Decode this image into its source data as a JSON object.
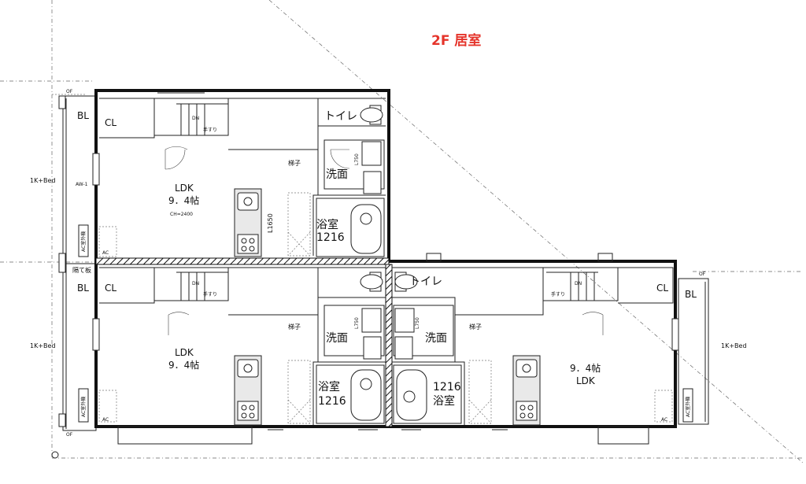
{
  "title": "2F 居室",
  "labels": {
    "bl": "BL",
    "cl": "CL",
    "dn": "DN",
    "handrail": "手すり",
    "ladder": "梯子",
    "toilet": "トイレ",
    "washroom": "洗面",
    "bath": "浴室",
    "bath_size": "1216",
    "ldk": "LDK",
    "ldk_size": "9．4帖",
    "ceiling_height": "CH=2400",
    "l750": "L750",
    "l1650": "L1650",
    "aw1": "AW-1",
    "partition": "隔て板",
    "bed": "1K+Bed",
    "of": "OF",
    "ac": "AC",
    "ac_outdoor": "AC室外機"
  }
}
